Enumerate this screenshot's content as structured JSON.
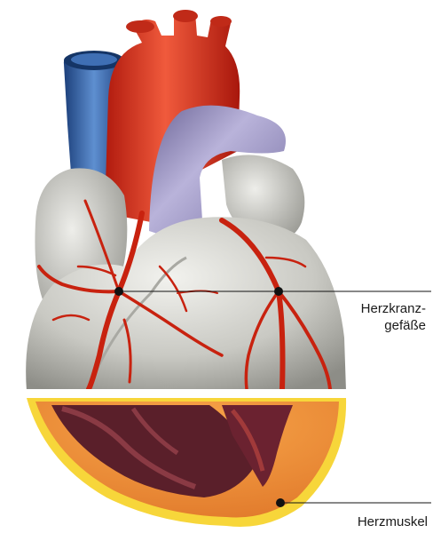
{
  "labels": {
    "coronary_line1": "Herzkranz-",
    "coronary_line2": "gefäße",
    "muscle": "Herzmuskel"
  },
  "colors": {
    "aorta": "#d8321e",
    "vena_cava": "#2e5a9c",
    "pulmonary": "#8e86b8",
    "atrium": "#cfcfc9",
    "ventricle": "#c9c9c4",
    "artery": "#c8220f",
    "myocardium_outer": "#f7d63a",
    "myocardium_inner": "#f29a3a",
    "cavity": "#5a1f2a",
    "leader_line": "#111111"
  }
}
